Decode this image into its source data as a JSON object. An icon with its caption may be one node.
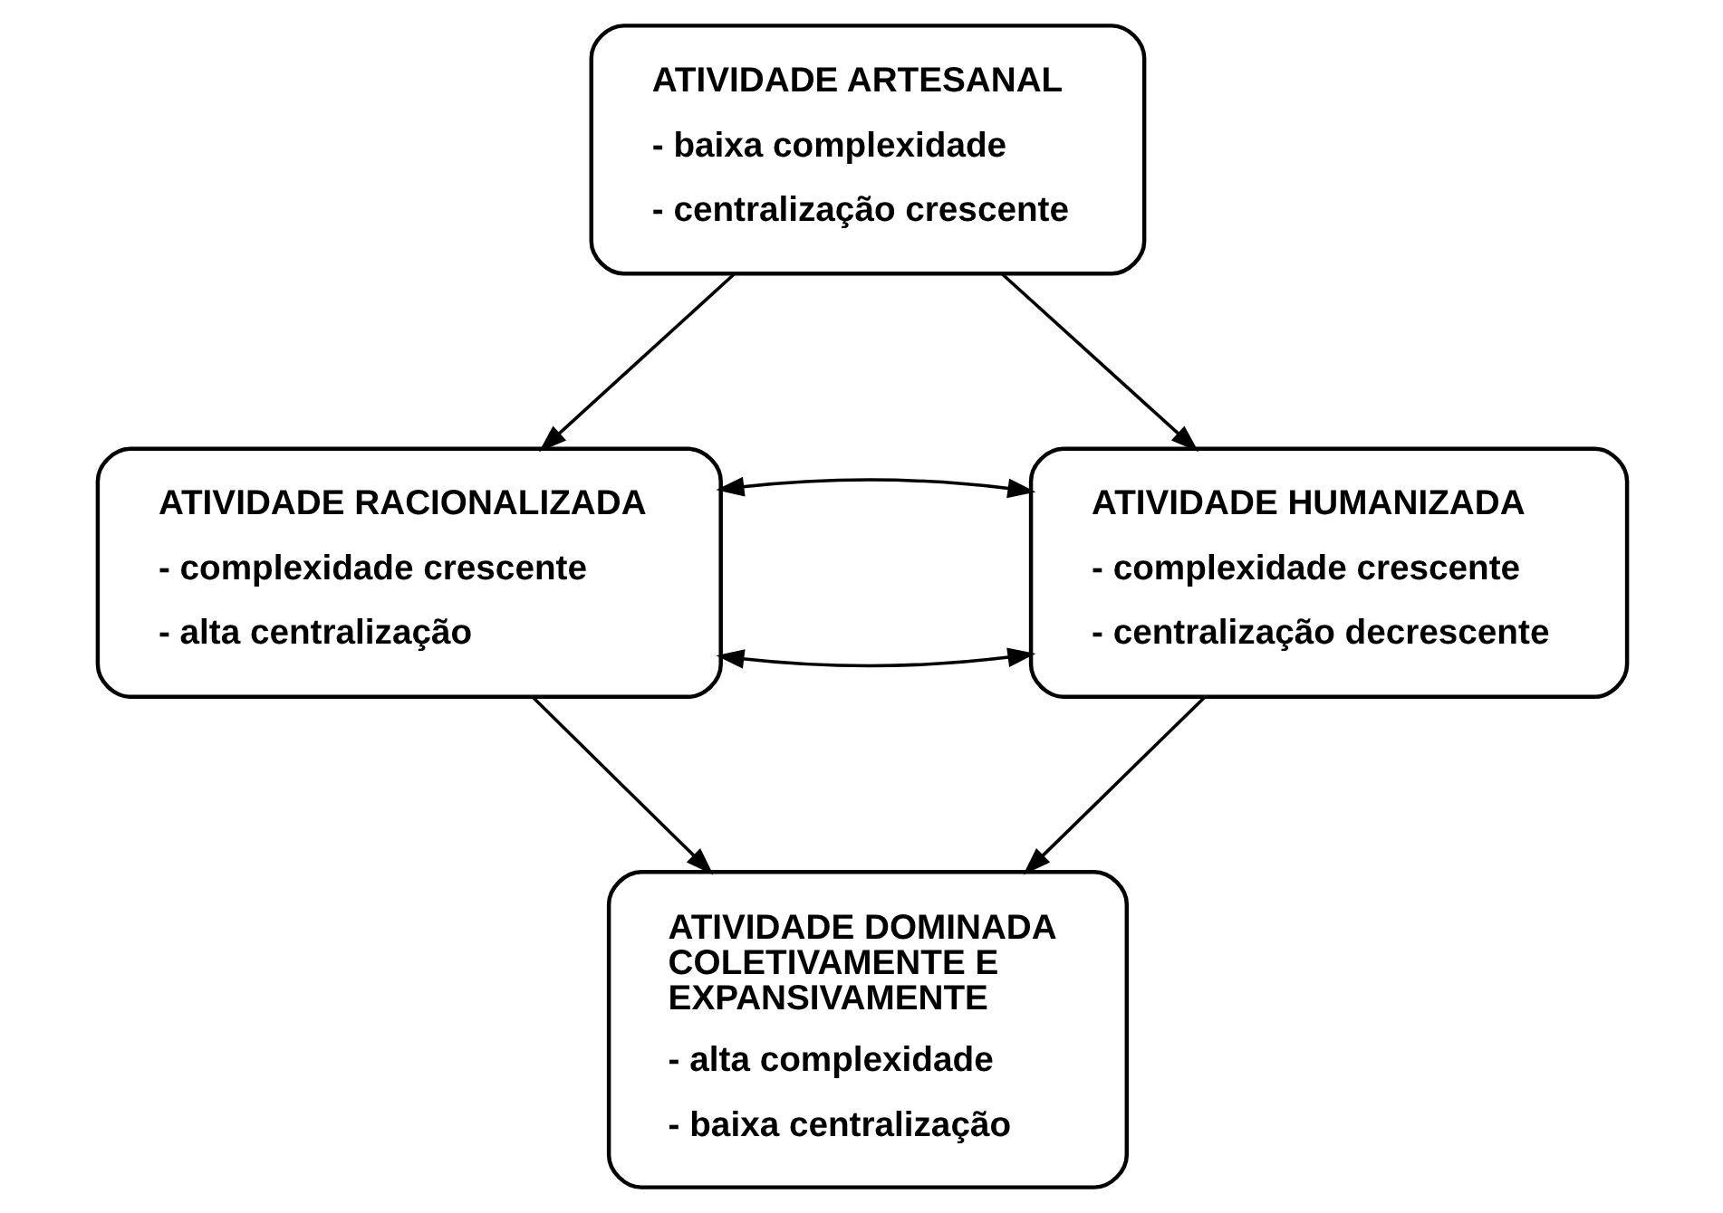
{
  "diagram": {
    "nodes": [
      {
        "text": [
          "ATIVIDADE ARTESANAL",
          "- baixa complexidade",
          "- centralização crescente"
        ]
      },
      {
        "text": [
          "ATIVIDADE RACIONALIZADA",
          "- complexidade crescente",
          "- alta centralização"
        ]
      },
      {
        "text": [
          "ATIVIDADE HUMANIZADA",
          "- complexidade crescente",
          "- centralização decrescente"
        ]
      },
      {
        "text": [
          "ATIVIDADE DOMINADA COLETIVAMENTE E EXPANSIVAMENTE",
          "- alta complexidade",
          "- baixa centralização"
        ]
      }
    ],
    "edges": [
      {
        "from": 0,
        "to": 1,
        "arrow": "to"
      },
      {
        "from": 0,
        "to": 2,
        "arrow": "to"
      },
      {
        "from": 1,
        "to": 2,
        "arrow": "both"
      },
      {
        "from": 1,
        "to": 2,
        "arrow": "both"
      },
      {
        "from": 1,
        "to": 3,
        "arrow": "to"
      },
      {
        "from": 2,
        "to": 3,
        "arrow": "to"
      }
    ]
  }
}
